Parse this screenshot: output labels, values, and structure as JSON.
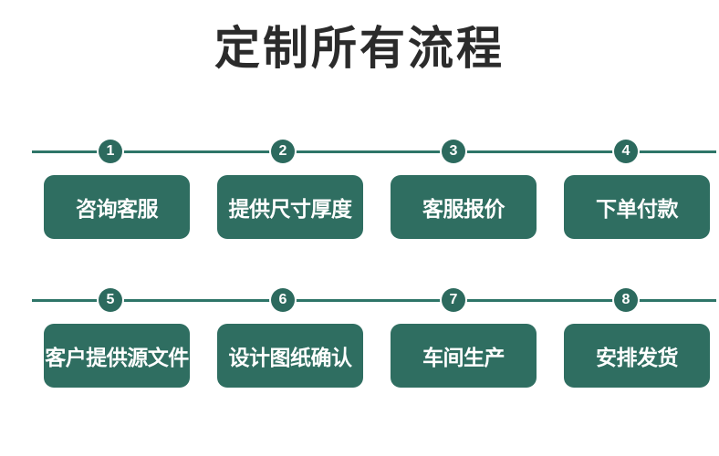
{
  "page": {
    "title": "定制所有流程"
  },
  "colors": {
    "background": "#ffffff",
    "title_text": "#2b2b2b",
    "box_fill": "#2f6e61",
    "circle_fill": "#2c6a5e",
    "connector_line": "#2e7568",
    "step_text": "#ffffff"
  },
  "rows": [
    {
      "steps": [
        {
          "number": "1",
          "label": "咨询客服"
        },
        {
          "number": "2",
          "label": "提供尺寸厚度"
        },
        {
          "number": "3",
          "label": "客服报价"
        },
        {
          "number": "4",
          "label": "下单付款"
        }
      ]
    },
    {
      "steps": [
        {
          "number": "5",
          "label": "客户提供源文件"
        },
        {
          "number": "6",
          "label": "设计图纸确认"
        },
        {
          "number": "7",
          "label": "车间生产"
        },
        {
          "number": "8",
          "label": "安排发货"
        }
      ]
    }
  ]
}
